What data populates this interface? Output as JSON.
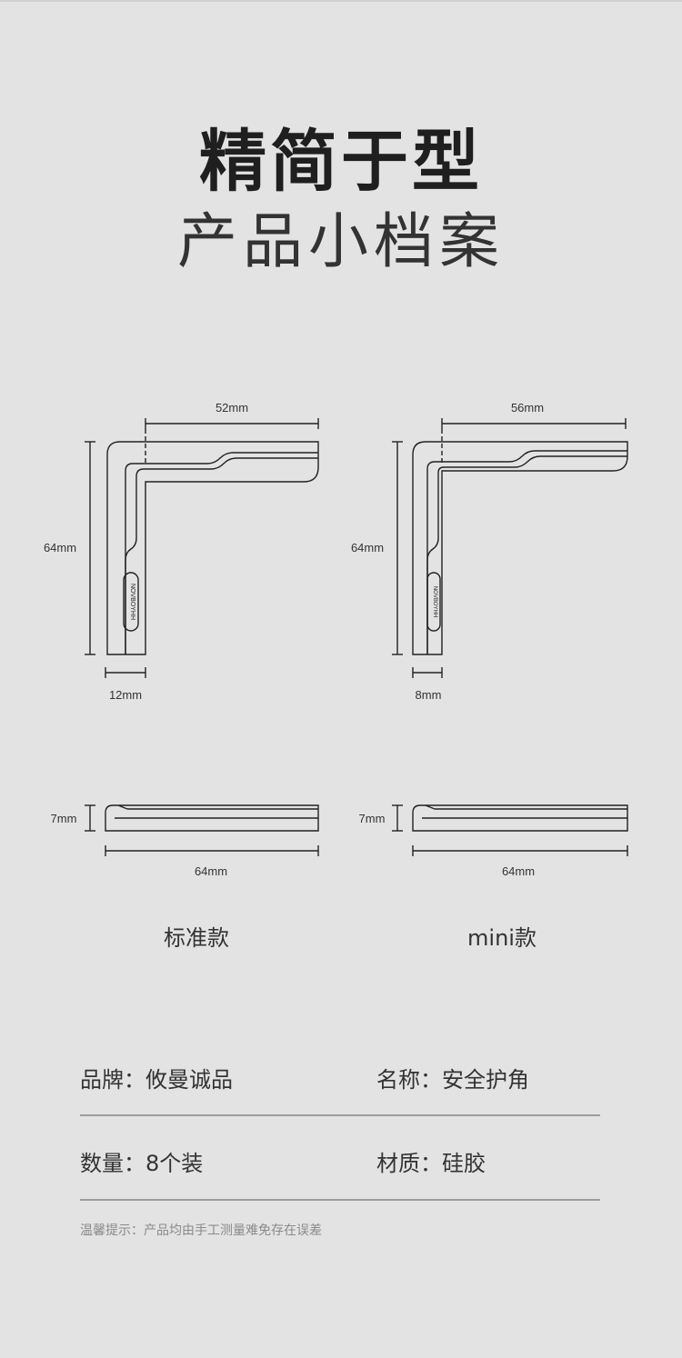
{
  "title_main": "精简于型",
  "title_sub": "产品小档案",
  "diagram": {
    "standard": {
      "width_label": "52mm",
      "height_label": "64mm",
      "thickness_label": "12mm",
      "side_height_label": "7mm",
      "side_length_label": "64mm",
      "name": "标准款"
    },
    "mini": {
      "width_label": "56mm",
      "height_label": "64mm",
      "thickness_label": "8mm",
      "side_height_label": "7mm",
      "side_length_label": "64mm",
      "name": "mini款"
    }
  },
  "specs": [
    {
      "label": "品牌：",
      "value": "攸曼诚品"
    },
    {
      "label": "名称：",
      "value": "安全护角"
    },
    {
      "label": "数量：",
      "value": "8个装"
    },
    {
      "label": "材质：",
      "value": "硅胶"
    }
  ],
  "note": "温馨提示：产品均由手工测量难免存在误差"
}
